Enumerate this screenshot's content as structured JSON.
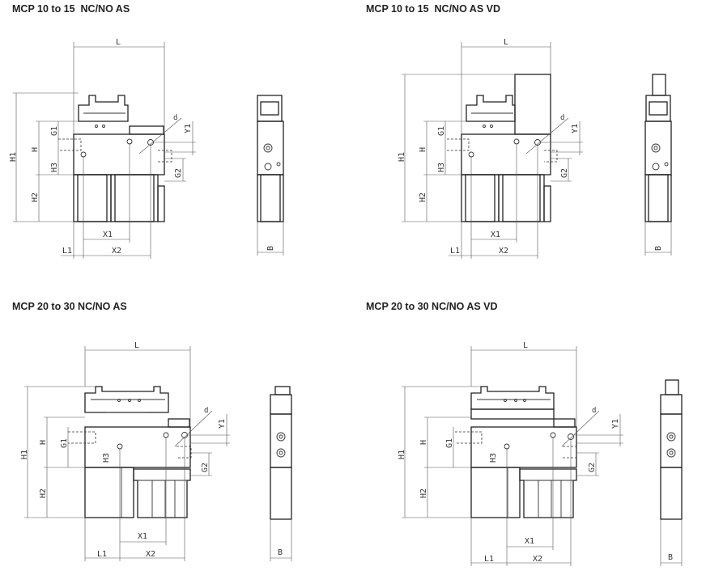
{
  "drawings": [
    {
      "title": "MCP 10 to 15  NC/NO AS",
      "labels": {
        "L": "L",
        "H1": "H1",
        "H": "H",
        "G1": "G1",
        "H3": "H3",
        "H2": "H2",
        "Y1": "Y1",
        "G2": "G2",
        "X1": "X1",
        "X2": "X2",
        "L1": "L1",
        "B": "B",
        "d": "d"
      }
    },
    {
      "title": "MCP 10 to 15  NC/NO AS VD",
      "labels": {
        "L": "L",
        "H1": "H1",
        "H": "H",
        "G1": "G1",
        "H3": "H3",
        "H2": "H2",
        "Y1": "Y1",
        "G2": "G2",
        "X1": "X1",
        "X2": "X2",
        "L1": "L1",
        "B": "B",
        "d": "d"
      }
    },
    {
      "title": "MCP 20 to 30 NC/NO AS",
      "labels": {
        "L": "L",
        "H1": "H1",
        "H": "H",
        "G1": "G1",
        "H3": "H3",
        "H2": "H2",
        "Y1": "Y1",
        "G2": "G2",
        "X1": "X1",
        "X2": "X2",
        "L1": "L1",
        "B": "B",
        "d": "d"
      }
    },
    {
      "title": "MCP 20 to 30 NC/NO AS VD",
      "labels": {
        "L": "L",
        "H1": "H1",
        "H": "H",
        "G1": "G1",
        "H3": "H3",
        "H2": "H2",
        "Y1": "Y1",
        "G2": "G2",
        "X1": "X1",
        "X2": "X2",
        "L1": "L1",
        "B": "B",
        "d": "d"
      }
    }
  ]
}
